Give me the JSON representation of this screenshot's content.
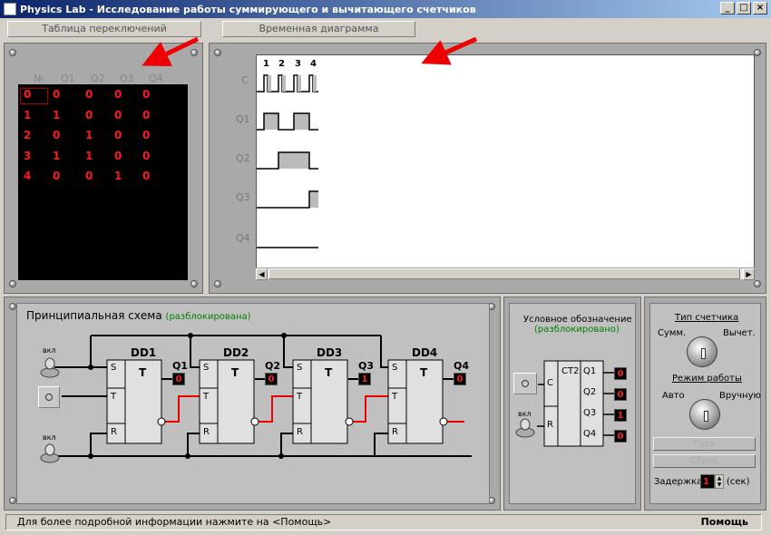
{
  "window": {
    "title": "Physics Lab - Исследование работы суммирующего и вычитающего счетчиков",
    "min": "_",
    "max": "□",
    "close": "×"
  },
  "tabs": {
    "truth_table": "Таблица переключений",
    "timing": "Временная диаграмма"
  },
  "truth_table": {
    "headers": [
      "№",
      "Q1",
      "Q2",
      "Q3",
      "Q4"
    ],
    "rows": [
      [
        "0",
        "0",
        "0",
        "0",
        "0"
      ],
      [
        "1",
        "1",
        "0",
        "0",
        "0"
      ],
      [
        "2",
        "0",
        "1",
        "0",
        "0"
      ],
      [
        "3",
        "1",
        "1",
        "0",
        "0"
      ],
      [
        "4",
        "0",
        "0",
        "1",
        "0"
      ]
    ]
  },
  "timing": {
    "pulse_labels": [
      "1",
      "2",
      "3",
      "4"
    ],
    "signals": [
      "C",
      "Q1",
      "Q2",
      "Q3",
      "Q4"
    ]
  },
  "schematic": {
    "title": "Принципиальная схема",
    "status": "(разблокирована)",
    "switch_label_top": "вкл",
    "switch_label_bottom": "вкл",
    "triggers": [
      "DD1",
      "DD2",
      "DD3",
      "DD4"
    ],
    "outputs": [
      "Q1",
      "Q2",
      "Q3",
      "Q4"
    ],
    "output_values": [
      "0",
      "0",
      "1",
      "0"
    ],
    "pin_s": "S",
    "pin_t": "T",
    "pin_r": "R",
    "body_t": "T"
  },
  "symbol": {
    "title": "Условное обозначение",
    "status": "(разблокировано)",
    "chip": "CT2",
    "pin_c": "C",
    "pin_r": "R",
    "outputs": [
      "Q1",
      "Q2",
      "Q3",
      "Q4"
    ],
    "output_values": [
      "0",
      "0",
      "1",
      "0"
    ],
    "switch_label": "вкл"
  },
  "controls": {
    "counter_type_title": "Тип счетчика",
    "sum": "Сумм.",
    "sub": "Вычет.",
    "mode_title": "Режим работы",
    "auto": "Авто",
    "manual": "Вручную",
    "start": "Пуск",
    "reset": "Сброс",
    "delay_label": "Задержка",
    "delay_value": "1",
    "delay_unit": "(сек)"
  },
  "status_bar": {
    "text": "Для более подробной информации нажмите на <Помощь>",
    "help": "Помощь"
  }
}
